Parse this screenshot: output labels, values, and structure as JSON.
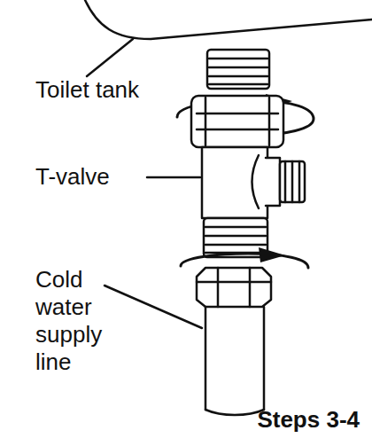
{
  "diagram": {
    "caption": "Steps 3-4",
    "labels": [
      "Toilet tank",
      "T-valve",
      "Cold water supply line"
    ]
  }
}
